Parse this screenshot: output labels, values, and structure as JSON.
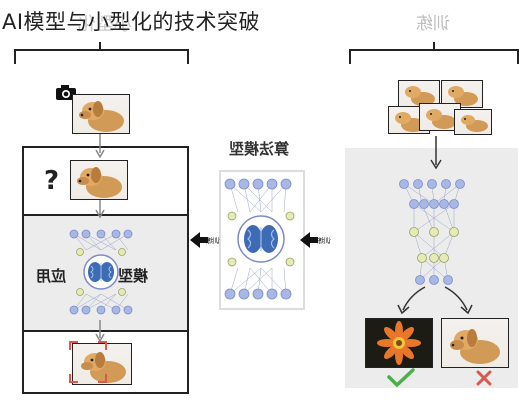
{
  "title": "AI模型与小型化的技术突破",
  "ghost_title": "小型化",
  "train_title": "训练",
  "algo_label": "算法模型",
  "model_label": "模型",
  "apply_label": "应用",
  "question_mark": "?",
  "arrow_label": "训练",
  "icons": {
    "camera": "camera-icon",
    "check": "check-icon",
    "cross": "cross-icon",
    "focus": "focus-frame-icon",
    "brain": "brain-icon"
  },
  "colors": {
    "node_blue": "#a9b7e4",
    "node_yellow": "#e6ebb4",
    "node_outline": "#7d8cc9",
    "brain": "#3f6bb5",
    "check": "#49b04a",
    "cross": "#d65b4e",
    "panel": "#ececec"
  }
}
